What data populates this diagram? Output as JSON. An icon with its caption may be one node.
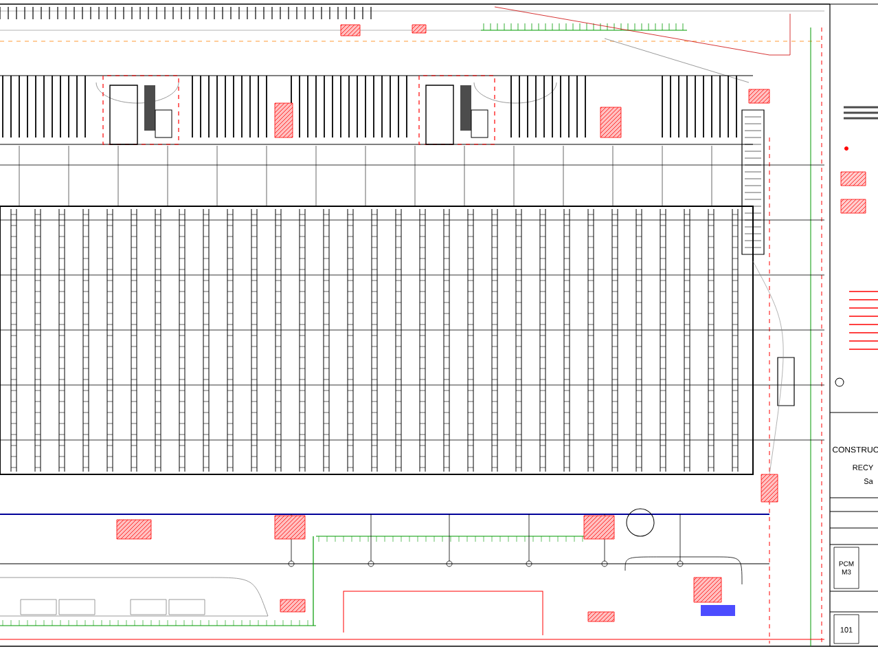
{
  "diagram": {
    "labels": [
      "CONSTRUC",
      "RECY",
      "Sa",
      "PCM M3",
      "101"
    ]
  }
}
